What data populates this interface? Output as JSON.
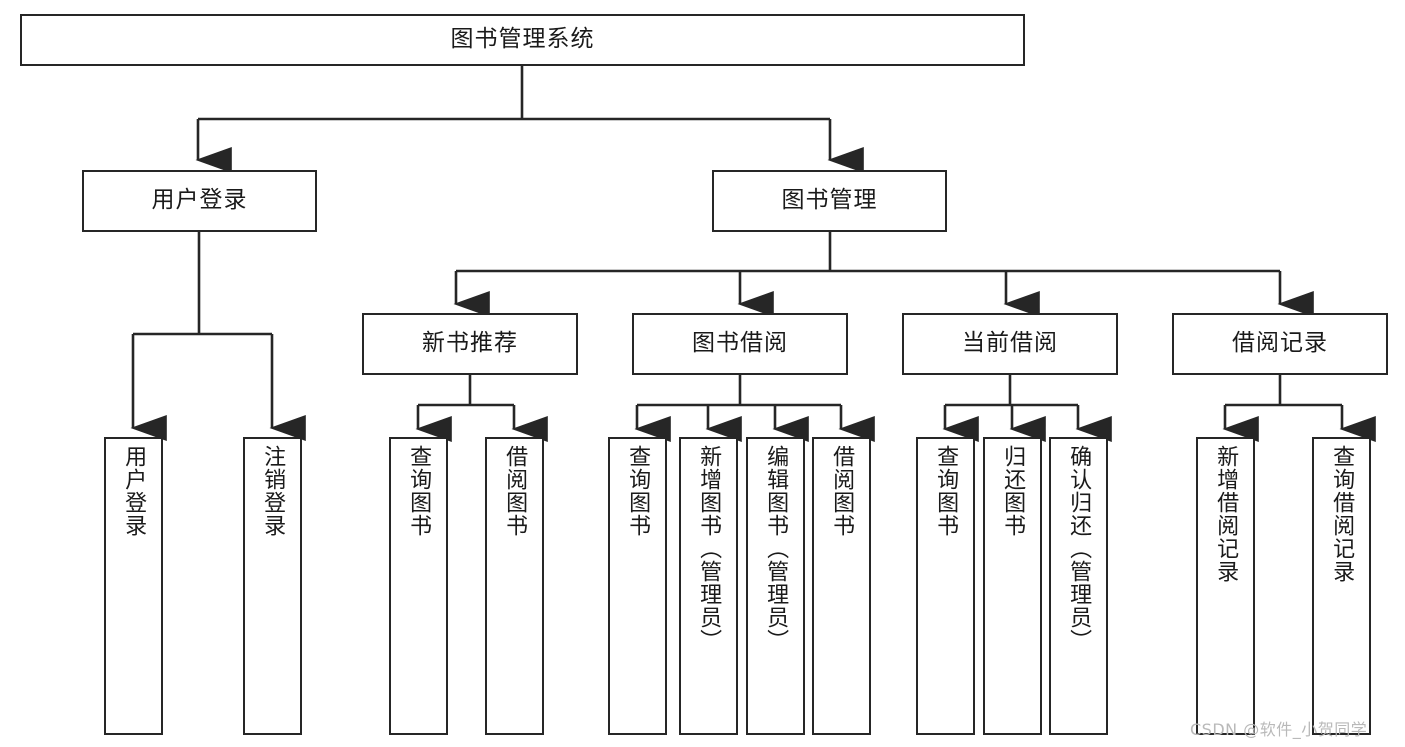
{
  "diagram": {
    "type": "tree-hierarchy-chart",
    "title_node": {
      "label": "图书管理系统",
      "level": 1
    },
    "level2": [
      {
        "label": "用户登录"
      },
      {
        "label": "图书管理"
      }
    ],
    "level3": [
      {
        "label": "新书推荐"
      },
      {
        "label": "图书借阅"
      },
      {
        "label": "当前借阅"
      },
      {
        "label": "借阅记录"
      }
    ],
    "leaves": {
      "user_login": [
        {
          "label": "用户登录"
        },
        {
          "label": "注销登录"
        }
      ],
      "new_book_recommend": [
        {
          "label": "查询图书"
        },
        {
          "label": "借阅图书"
        }
      ],
      "book_borrow": [
        {
          "label": "查询图书"
        },
        {
          "label": "新增图书（管理员）"
        },
        {
          "label": "编辑图书（管理员）"
        },
        {
          "label": "借阅图书"
        }
      ],
      "current_borrow": [
        {
          "label": "查询图书"
        },
        {
          "label": "归还图书"
        },
        {
          "label": "确认归还（管理员）"
        }
      ],
      "borrow_record": [
        {
          "label": "新增借阅记录"
        },
        {
          "label": "查询借阅记录"
        }
      ]
    }
  },
  "watermark": {
    "text": "CSDN @软件_小贺同学"
  },
  "colors": {
    "stroke": "#262626",
    "background": "#ffffff",
    "text": "#1a1a1a",
    "watermark": "#b9b9b9"
  }
}
